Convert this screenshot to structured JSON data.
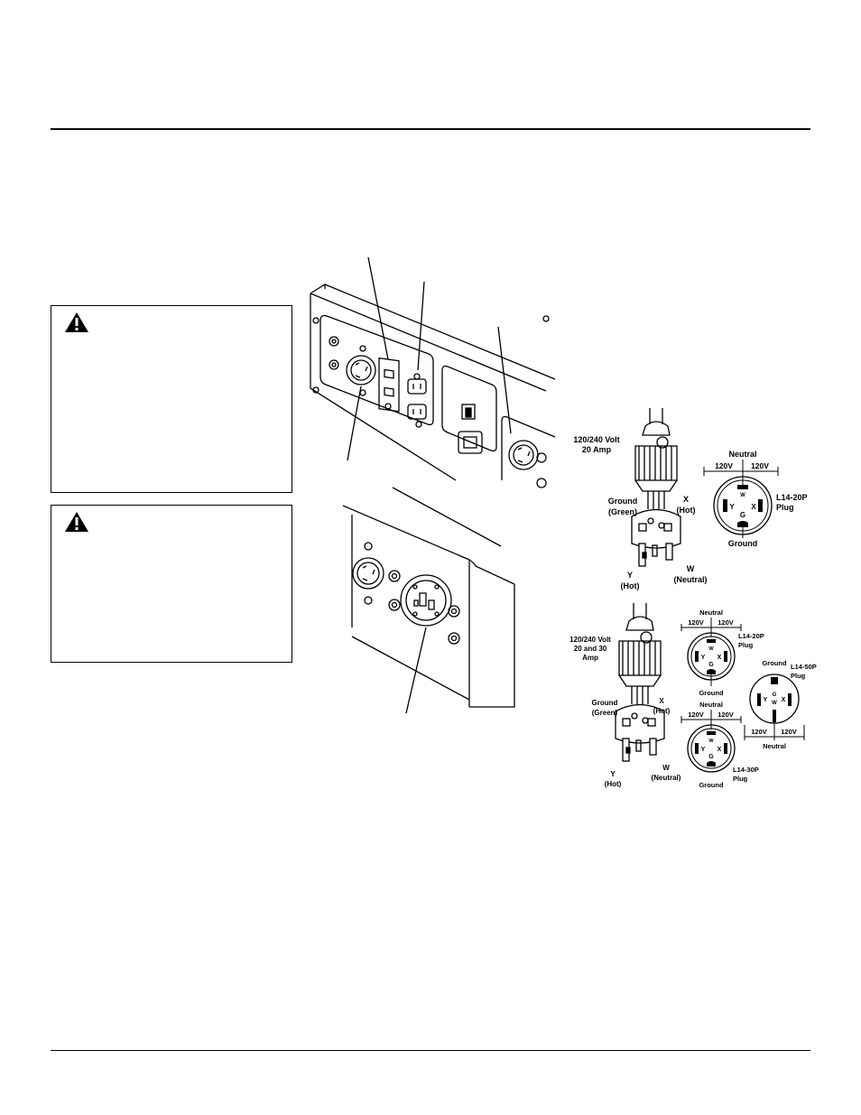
{
  "plug1": {
    "rating": [
      "120/240 Volt",
      "20 Amp"
    ],
    "ground_wire": [
      "Ground",
      "(Green)"
    ],
    "x_wire": [
      "X",
      "(Hot)"
    ],
    "y_wire": [
      "Y",
      "(Hot)"
    ],
    "w_wire": [
      "W",
      "(Neutral)"
    ],
    "face": {
      "neutral": "Neutral",
      "v_left": "120V",
      "v_right": "120V",
      "w": "W",
      "y": "Y",
      "x": "X",
      "g": "G",
      "ground": "Ground",
      "name": [
        "L14-20P",
        "Plug"
      ]
    }
  },
  "plug2": {
    "rating": [
      "120/240 Volt",
      "20 and 30",
      "Amp"
    ],
    "ground_wire": [
      "Ground",
      "(Green)"
    ],
    "x_wire": [
      "X",
      "(Hot)"
    ],
    "y_wire": [
      "Y",
      "(Hot)"
    ],
    "w_wire": [
      "W",
      "(Neutral)"
    ],
    "face_a": {
      "neutral": "Neutral",
      "v_left": "120V",
      "v_right": "120V",
      "w": "W",
      "y": "Y",
      "x": "X",
      "g": "G",
      "ground": "Ground",
      "name": [
        "L14-20P",
        "Plug"
      ]
    },
    "face_b": {
      "neutral": "Neutral",
      "v_left": "120V",
      "v_right": "120V",
      "w": "W",
      "y": "Y",
      "x": "X",
      "g": "G",
      "ground": "Ground",
      "name": [
        "L14-30P",
        "Plug"
      ]
    },
    "face_c": {
      "ground": "Ground",
      "name": [
        "L14-50P",
        "Plug"
      ],
      "y": "Y",
      "g": "G",
      "w": "W",
      "x": "X",
      "v_left": "120V",
      "v_right": "120V",
      "neutral": "Neutral"
    }
  }
}
